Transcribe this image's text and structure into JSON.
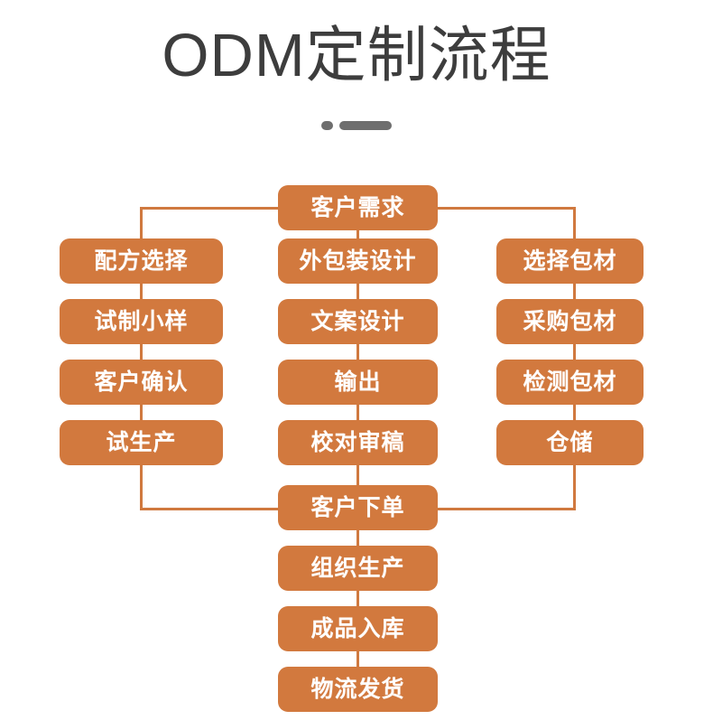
{
  "header": {
    "title": "ODM定制流程",
    "title_color": "#3d3d3d",
    "divider": {
      "dot_name": "divider-dot",
      "bar_name": "divider-bar",
      "color": "#6e6e6e"
    }
  },
  "theme": {
    "node_fill": "#d2793e",
    "node_text": "#ffffff",
    "connector": "#d0793f",
    "background": "#ffffff"
  },
  "chart_data": {
    "type": "diagram",
    "title": "ODM定制流程",
    "diagram_kind": "flowchart",
    "orientation": "top-down with three parallel branches",
    "nodes": [
      {
        "id": "start",
        "label": "客户需求",
        "branch": "root",
        "order": 0
      },
      {
        "id": "l1",
        "label": "配方选择",
        "branch": "left",
        "order": 1
      },
      {
        "id": "l2",
        "label": "试制小样",
        "branch": "left",
        "order": 2
      },
      {
        "id": "l3",
        "label": "客户确认",
        "branch": "left",
        "order": 3
      },
      {
        "id": "l4",
        "label": "试生产",
        "branch": "left",
        "order": 4
      },
      {
        "id": "m1",
        "label": "外包装设计",
        "branch": "middle",
        "order": 1
      },
      {
        "id": "m2",
        "label": "文案设计",
        "branch": "middle",
        "order": 2
      },
      {
        "id": "m3",
        "label": "输出",
        "branch": "middle",
        "order": 3
      },
      {
        "id": "m4",
        "label": "校对审稿",
        "branch": "middle",
        "order": 4
      },
      {
        "id": "r1",
        "label": "选择包材",
        "branch": "right",
        "order": 1
      },
      {
        "id": "r2",
        "label": "采购包材",
        "branch": "right",
        "order": 2
      },
      {
        "id": "r3",
        "label": "检测包材",
        "branch": "right",
        "order": 3
      },
      {
        "id": "r4",
        "label": "仓储",
        "branch": "right",
        "order": 4
      },
      {
        "id": "join",
        "label": "客户下单",
        "branch": "root",
        "order": 5
      },
      {
        "id": "t1",
        "label": "组织生产",
        "branch": "root",
        "order": 6
      },
      {
        "id": "t2",
        "label": "成品入库",
        "branch": "root",
        "order": 7
      },
      {
        "id": "t3",
        "label": "物流发货",
        "branch": "root",
        "order": 8
      }
    ],
    "edges": [
      {
        "from": "start",
        "to": "l1",
        "style": "elbow-left"
      },
      {
        "from": "start",
        "to": "m1",
        "style": "straight"
      },
      {
        "from": "start",
        "to": "r1",
        "style": "elbow-right"
      },
      {
        "from": "l1",
        "to": "l2",
        "style": "straight"
      },
      {
        "from": "l2",
        "to": "l3",
        "style": "straight"
      },
      {
        "from": "l3",
        "to": "l4",
        "style": "straight"
      },
      {
        "from": "m1",
        "to": "m2",
        "style": "straight"
      },
      {
        "from": "m2",
        "to": "m3",
        "style": "straight"
      },
      {
        "from": "m3",
        "to": "m4",
        "style": "straight"
      },
      {
        "from": "r1",
        "to": "r2",
        "style": "straight"
      },
      {
        "from": "r2",
        "to": "r3",
        "style": "straight"
      },
      {
        "from": "r3",
        "to": "r4",
        "style": "straight"
      },
      {
        "from": "l4",
        "to": "join",
        "style": "elbow-left"
      },
      {
        "from": "m4",
        "to": "join",
        "style": "straight"
      },
      {
        "from": "r4",
        "to": "join",
        "style": "elbow-right"
      },
      {
        "from": "join",
        "to": "t1",
        "style": "straight"
      },
      {
        "from": "t1",
        "to": "t2",
        "style": "straight"
      },
      {
        "from": "t2",
        "to": "t3",
        "style": "straight"
      }
    ]
  },
  "nodes": {
    "start": "客户需求",
    "l1": "配方选择",
    "l2": "试制小样",
    "l3": "客户确认",
    "l4": "试生产",
    "m1": "外包装设计",
    "m2": "文案设计",
    "m3": "输出",
    "m4": "校对审稿",
    "r1": "选择包材",
    "r2": "采购包材",
    "r3": "检测包材",
    "r4": "仓储",
    "join": "客户下单",
    "t1": "组织生产",
    "t2": "成品入库",
    "t3": "物流发货"
  }
}
